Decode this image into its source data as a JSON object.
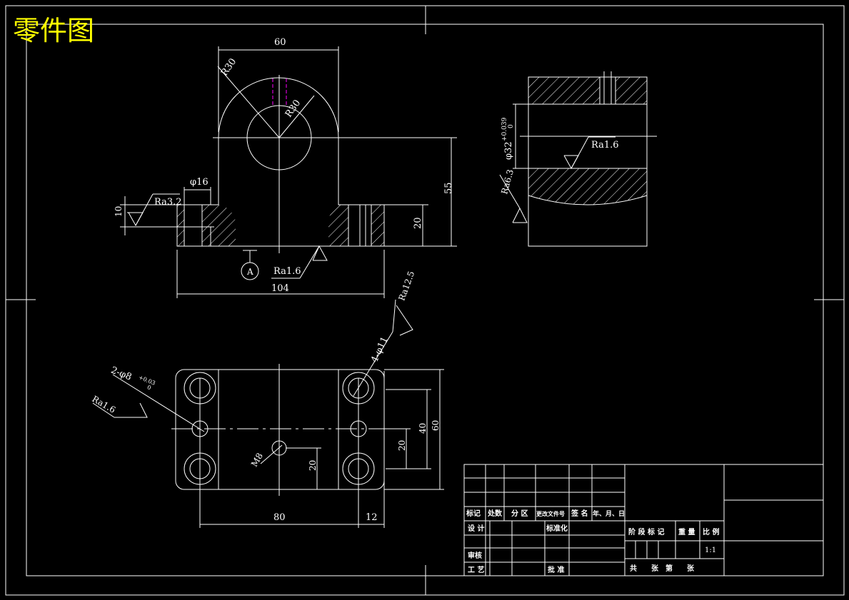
{
  "title": "零件图",
  "colors": {
    "background": "#000000",
    "lines": "#ffffff",
    "title": "#ffff00",
    "hidden": "#ff00ff"
  },
  "front_view": {
    "dim_width_top": "60",
    "dim_R30_outer": "R30",
    "dim_R30_inner": "R30",
    "dim_phi16": "φ16",
    "dim_10": "10",
    "ra_left": "Ra3.2",
    "dim_55": "55",
    "dim_20": "20",
    "datum_A": "A",
    "ra_bottom": "Ra1.6",
    "dim_104": "104"
  },
  "side_view": {
    "dim_bore": "φ32",
    "tol_upper": "+0.039",
    "tol_lower": "0",
    "ra_bore": "Ra1.6",
    "ra_left": "Ra6.3"
  },
  "top_view": {
    "ra_12_5": "Ra12.5",
    "holes_4": "4-φ11",
    "pins_2": "2-φ8",
    "pins_tol": "+0.03",
    "pins_tol_low": "0",
    "ra_pins": "Ra1.6",
    "dim_M8": "M8",
    "dim_40": "40",
    "dim_60": "60",
    "dim_20a": "20",
    "dim_20b": "20",
    "dim_80": "80",
    "dim_12": "12"
  },
  "title_block": {
    "h_mark": "标记",
    "h_count": "处数",
    "h_zone": "分 区",
    "h_docno": "更改文件号",
    "h_sign": "签 名",
    "h_date": "年、月、日",
    "design": "设 计",
    "standard": "标准化",
    "review": "审核",
    "process": "工 艺",
    "approve": "批 准",
    "stage": "阶 段 标 记",
    "weight": "重 量",
    "scale": "比 例",
    "scale_value": "1:1",
    "sheets": "共　　张　第　　张"
  }
}
